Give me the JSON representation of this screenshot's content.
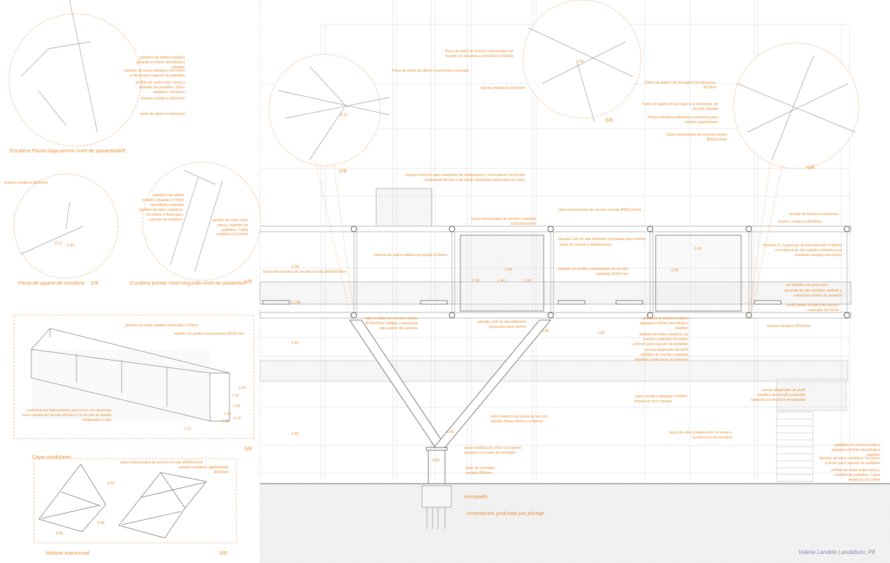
{
  "left": {
    "stair1": {
      "title": "Escalera Planta baja-primer nivel de pasarelas",
      "scale": "S/E",
      "labels": [
        "peldaños de pletina metálica\nplegada e=10mm atornillada a\nbastidor",
        "bastidor de tubos metálicos 10x10mm\ne=5mm para sujeción de peldaños",
        "perfiles de unión entre zanca y\nbastidor de peldaños. Tubos\nmetálicos 10x10mm",
        "tirantes metálicos Ø150mm",
        "pieza de agarre a estructura"
      ]
    },
    "grip": {
      "title": "Pieza de agarre de escalera",
      "scale": "S/E",
      "labels": [
        "tirantes metálicos Ø150mm"
      ],
      "dims": [
        "0.12",
        "0.40"
      ]
    },
    "stair2": {
      "title": "Escalera primer nivel-segundo nivel de pasarelas",
      "scale": "S/E",
      "labels": [
        "peldaños de pletina\nmetálica plegada e=10mm\natornillada a bastidor",
        "bastidor de tubos metálicos\n10x10mm e=5mm para\nsujeción de peldaños",
        "perfiles de unión entre\nzanca y bastidor de\npeldaños. Tubos\nmetálicos 10x10mm"
      ]
    },
    "boxes": {
      "title": "Cajas modulares",
      "scale": "S/E",
      "labels": [
        "plancha de malla metálica perforada e=20mm",
        "bastidor de perfiles estructurales  50x50 mm",
        "contenedores hiperaislados para racks con aperturas\npara entrada del circuito eléctrico y el circuito de líquido\nrefrigerador a chip"
      ],
      "dims": [
        "3.30",
        "1.20",
        "1.00",
        "1.40",
        "3.70",
        "1.00",
        "2.27"
      ]
    },
    "module": {
      "title": "Módulo estructural",
      "scale": "S/E",
      "labels": [
        "tubos estructurales de sección circular  Ø200x10mm",
        "tirantes metálicos rigidizadores\nØ150mm"
      ],
      "dims": [
        "4.00",
        "4.65",
        "4.65"
      ]
    }
  },
  "main": {
    "detail1": {
      "scale": "S/E",
      "labels": [
        "Pieza de unión de pilares a estructura cerchada"
      ],
      "dims": [
        "0.70"
      ]
    },
    "detail2": {
      "scale": "S/E",
      "labels": [
        "Pieza de unión de tirantes estructurales de\nsoporte de pasarela a estructura cerchada",
        "tirantes metálicos Ø150mm"
      ],
      "dims": [
        "0.40"
      ]
    },
    "detail3": {
      "scale": "S/E",
      "labels": [
        "Tubos de agarre de las cajas a la estructura,\nØ12mm",
        "Tubos de agarre de las cajas a la estructura, de\nsección variable",
        "Piezas metálicas soldadas a estructura para\ntirantes rigidizadores",
        "tubos estructurales de sección circular\nØ200x10mm"
      ]
    },
    "section_labels": [
      "equipos técnicos para instalación de refrigeración y recirculación de líquido\nrefrigerante directo a microchip (dispositivo generador de calor)",
      "tubos estructurales de sección circular  Ø200x10mm",
      "tubos estructurales de sección cuadrada\n150x150x10mm",
      "anclaje de tirantes a estructura",
      "tirantes metálicos Ø150mm",
      "pantalla LED de alta definición preparada para exterior",
      "pieza de anclaje a subestructura",
      "plancha de malla metálica perforada e=20mm",
      "fachada de 2 planchas de policarbonato e=60mm\ncon cámara de aire sujeta a subestructura\nmediante anclajes mecánicos",
      "tubos estructurales de sección circular  Ø200x10mm",
      "bastidor de perfiles estructurales de sección\ncuadrada 50x50 mm",
      "red metálica de protección",
      "baranda de tubo metálico soldado a\nestructura tubular de pasarela",
      "perfil tubular metálico de sección\ncuadrada 15x15mm",
      "tubo metálico de sección circular\nØ150x5mm soldado a estructura\npara apoyo de pasarela",
      "pantalla LED de alta definición\npreparada para exterior",
      "peldaños de pletina metálica\nplegada e=10mm atornillada a\nbastidor",
      "bastidor de tubos metálicos de\nsección cuadrada 10x10mm\ne=5mm para sujeción de peldaños",
      "zancas diagonales de perfil\nmetálico de sección cuadrada\nsoldadas a estructura de pasarela",
      "tirantes metálicos Ø150mm",
      "chapa metálica plegada e=20mm\nlacada en color naranja",
      "zancas diagonales de perfil\nmetálico de sección cuadrada\nsoldadas a estructura de pasarela",
      "tubo metálico estructural de sección\nvariable 50mm-30mm y e=40mm",
      "pieza de unión rotativa entre el tensor y\nla estructura de escalera",
      "pieza metálica de unión con pernos\nanclados a la base de hormigón",
      "base de hormigón\narmado Ø80mm",
      "peldaños de pletina metálica\nplegada e=10mm atornillada a\nbastidor",
      "bastidor de tubos metálicos 10x10mm\ne=5mm para sujeción de peldaños",
      "perfiles de unión entre zanca y\nbastidor de peldaños. Tubos\nmetálicos 10x10mm",
      "encepado",
      "cimentacion profunda por pilotaje"
    ],
    "dims": [
      "3.30",
      "2.94",
      "2.96",
      "3.28",
      "1.00",
      "1.40",
      "1.00",
      "0.19",
      "0.95",
      "1.65",
      "3.55",
      "0.50",
      "4.65",
      "0.80"
    ]
  },
  "author": "Valeria Landete Landaburu_P8",
  "colors": {
    "annotation": "#e8923c",
    "line": "#b8b8b8",
    "ground": "#f1f1f1"
  }
}
